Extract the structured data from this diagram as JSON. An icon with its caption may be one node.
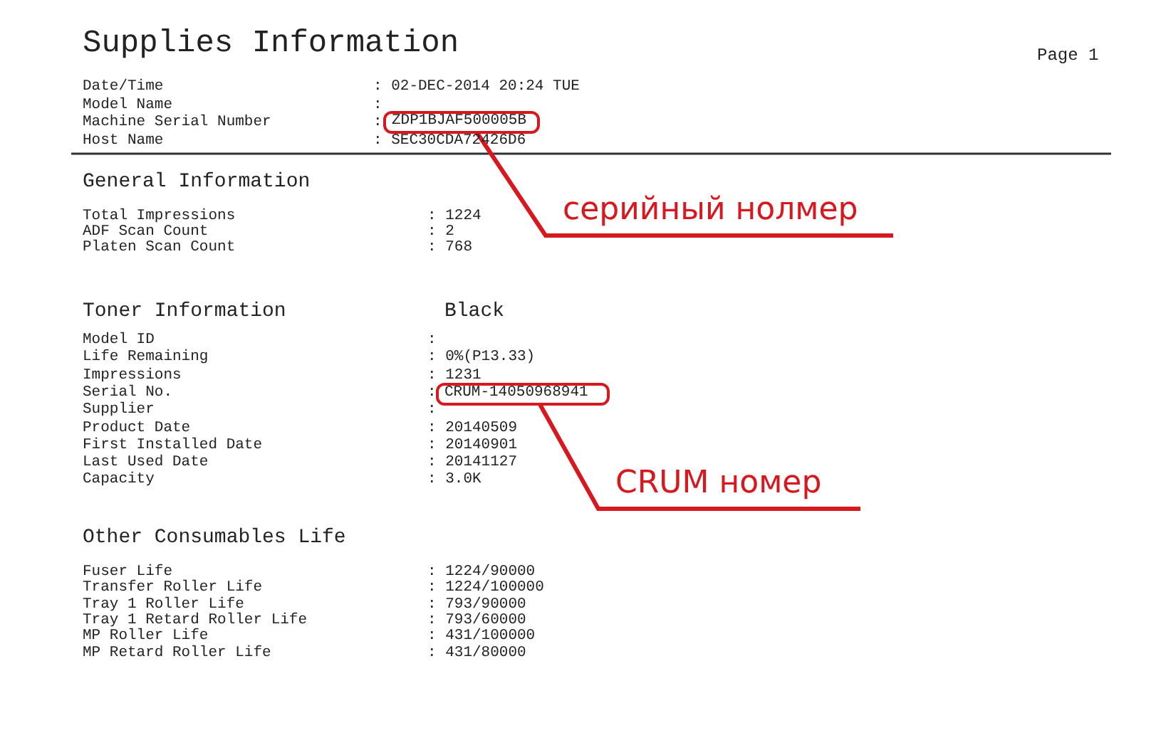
{
  "diagram": {
    "title": "Supplies Information",
    "nodes": [
      {
        "text": [
          "ZDP1BJAF500005B"
        ]
      },
      {
        "text": [
          "серийный нолмер"
        ]
      },
      {
        "text": [
          "CRUM-14050968941"
        ]
      },
      {
        "text": [
          "CRUM номер"
        ]
      }
    ],
    "edges": [
      {
        "from": 0,
        "to": 1,
        "arrow": "none"
      },
      {
        "from": 2,
        "to": 3,
        "arrow": "none"
      }
    ],
    "labels": [
      "Page 1",
      "Date/Time",
      ": 02-DEC-2014 20:24 TUE",
      "Model Name",
      ":",
      "Machine Serial Number",
      ":",
      "Host Name",
      ": SEC30CDA72426D6",
      "General Information",
      "Total Impressions",
      ": 1224",
      "ADF Scan Count",
      ": 2",
      "Platen Scan Count",
      ": 768",
      "Toner Information",
      "Black",
      "Model ID",
      ":",
      "Life Remaining",
      ": 0%(P13.33)",
      "Impressions",
      ": 1231",
      "Serial No.",
      ":",
      "Supplier",
      ":",
      "Product Date",
      ": 20140509",
      "First Installed Date",
      ": 20140901",
      "Last Used Date",
      ": 20141127",
      "Capacity",
      ": 3.0K",
      "Other Consumables Life",
      "Fuser Life",
      ": 1224/90000",
      "Transfer Roller Life",
      ": 1224/100000",
      "Tray 1 Roller Life",
      ": 793/90000",
      "Tray 1 Retard Roller Life",
      ": 793/60000",
      "MP Roller Life",
      ": 431/100000",
      "MP Retard Roller Life",
      ": 431/80000"
    ]
  }
}
